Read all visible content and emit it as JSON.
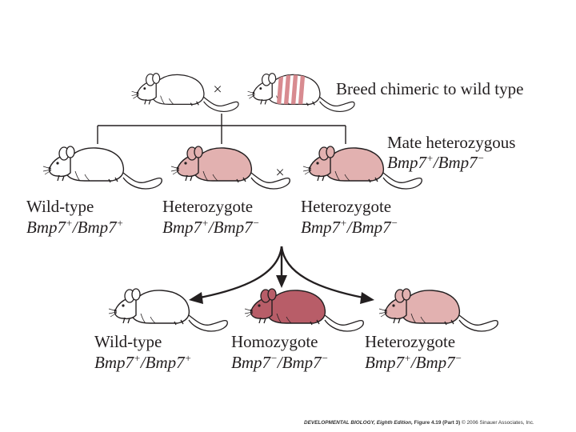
{
  "parents": {
    "cross_symbol": "×",
    "caption": "Breed chimeric to wild type"
  },
  "f1": {
    "cross_symbol": "×",
    "caption_line1": "Mate heterozygous",
    "caption_gene1": "Bmp7",
    "caption_sup1": "+",
    "caption_slash": "/",
    "caption_gene2": "Bmp7",
    "caption_sup2": "−",
    "mice": [
      {
        "type": "Wild-type",
        "g1": "Bmp7",
        "s1": "+",
        "slash": "/",
        "g2": "Bmp7",
        "s2": "+"
      },
      {
        "type": "Heterozygote",
        "g1": "Bmp7",
        "s1": "+",
        "slash": "/",
        "g2": "Bmp7",
        "s2": "−"
      },
      {
        "type": "Heterozygote",
        "g1": "Bmp7",
        "s1": "+",
        "slash": "/",
        "g2": "Bmp7",
        "s2": "−"
      }
    ]
  },
  "f2": {
    "mice": [
      {
        "type": "Wild-type",
        "g1": "Bmp7",
        "s1": "+",
        "slash": "/",
        "g2": "Bmp7",
        "s2": "+"
      },
      {
        "type": "Homozygote",
        "g1": "Bmp7",
        "s1": "−",
        "slash": "/",
        "g2": "Bmp7",
        "s2": "−"
      },
      {
        "type": "Heterozygote",
        "g1": "Bmp7",
        "s1": "+",
        "slash": "/",
        "g2": "Bmp7",
        "s2": "−"
      }
    ]
  },
  "footer": {
    "book": "DEVELOPMENTAL BIOLOGY, Eighth Edition,",
    "figure": "Figure 4.19 (Part 3)",
    "copyright": "© 2006 Sinauer Associates, Inc."
  },
  "colors": {
    "wild_type_fill": "#ffffff",
    "heterozygote_fill": "#e2b1b0",
    "homozygote_fill": "#b85d68",
    "chimera_stripe": "#d88b90",
    "outline": "#231f20"
  }
}
